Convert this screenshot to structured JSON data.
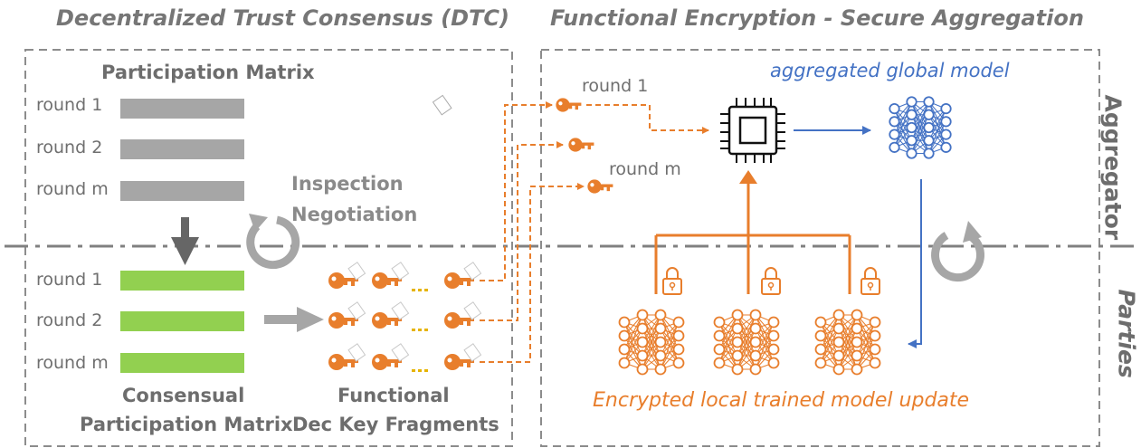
{
  "titles": {
    "dtc": "Decentralized Trust Consensus (DTC)",
    "fe": "Functional Encryption - Secure Aggregation"
  },
  "participation_matrix": {
    "title": "Participation Matrix",
    "rounds": [
      "round 1",
      "round 2",
      "round m"
    ]
  },
  "consensual_matrix": {
    "title_line1": "Consensual",
    "title_line2": "Participation Matrix",
    "rounds": [
      "round 1",
      "round 2",
      "round m"
    ]
  },
  "inspection": {
    "line1": "Inspection",
    "line2": "Negotiation"
  },
  "key_fragments": {
    "line1": "Functional",
    "line2": "Dec Key Fragments"
  },
  "key_rounds": {
    "first": "round 1",
    "last": "round m"
  },
  "aggregated_model": "aggregated global model",
  "encrypted_update": "Encrypted local trained  model update",
  "side_labels": {
    "aggregator": "Aggregator",
    "parties": "Parties"
  },
  "colors": {
    "gray_bar": "#a6a6a6",
    "green_bar": "#92d050",
    "orange": "#e87e2c",
    "blue": "#4472c4",
    "dash_gray": "#8c8c8c",
    "dots_yellow": "#e6b400"
  },
  "icons": [
    "key-icon",
    "processor-chip-icon",
    "neural-network-icon",
    "lock-icon",
    "refresh-arrow-icon",
    "arrow-down-icon",
    "arrow-right-icon"
  ]
}
